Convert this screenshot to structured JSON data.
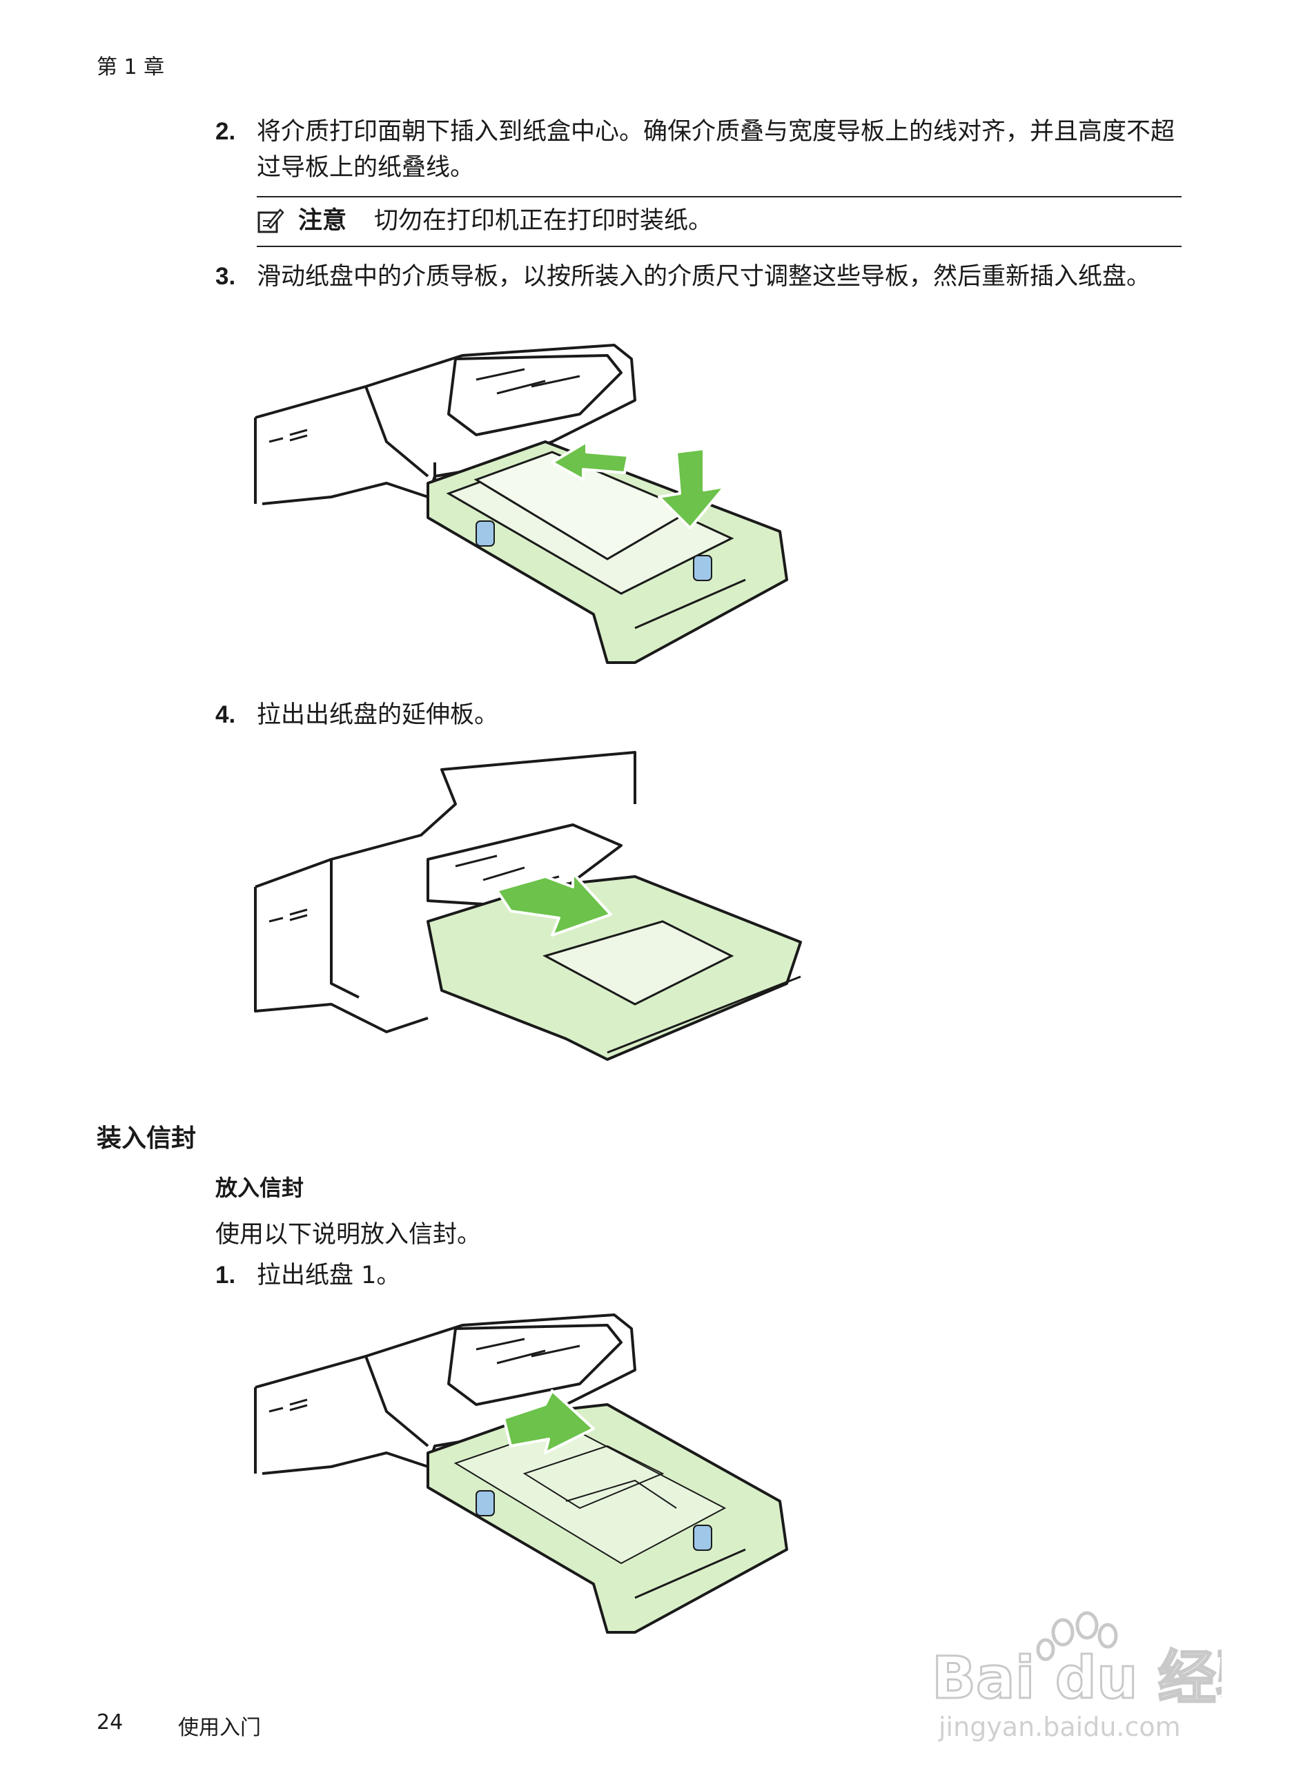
{
  "header": {
    "chapter": "第 1 章"
  },
  "steps_a": [
    {
      "num": "2.",
      "text": "将介质打印面朝下插入到纸盒中心。确保介质叠与宽度导板上的线对齐，并且高度不超过导板上的纸叠线。"
    },
    {
      "num": "3.",
      "text": "滑动纸盘中的介质导板，以按所装入的介质尺寸调整这些导板，然后重新插入纸盘。"
    },
    {
      "num": "4.",
      "text": "拉出出纸盘的延伸板。"
    }
  ],
  "note": {
    "label": "注意",
    "text": "切勿在打印机正在打印时装纸。"
  },
  "section": {
    "title": "装入信封",
    "procedure_title": "放入信封",
    "intro": "使用以下说明放入信封。",
    "steps": [
      {
        "num": "1.",
        "text": "拉出纸盘 1。"
      }
    ]
  },
  "footer": {
    "page_number": "24",
    "chapter_title": "使用入门"
  },
  "watermark": {
    "brand": "Bai du 经验",
    "url": "jingyan.baidu.com"
  },
  "colors": {
    "tray_fill": "#d9efc8",
    "arrow_green": "#6cc24a",
    "line": "#1a1a1a"
  }
}
